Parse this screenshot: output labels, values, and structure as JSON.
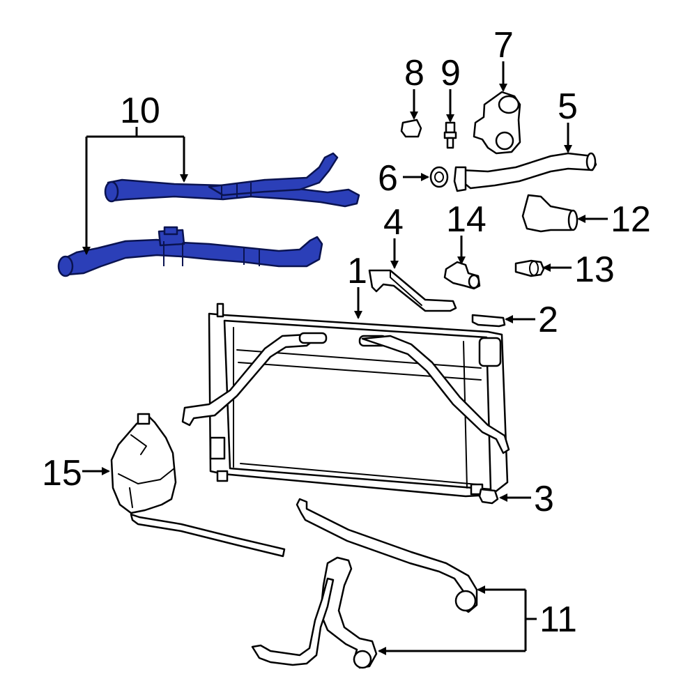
{
  "diagram": {
    "highlight_color": "#2b3fb8",
    "callouts": [
      {
        "id": "c1",
        "label": "1"
      },
      {
        "id": "c2",
        "label": "2"
      },
      {
        "id": "c3",
        "label": "3"
      },
      {
        "id": "c4",
        "label": "4"
      },
      {
        "id": "c5",
        "label": "5"
      },
      {
        "id": "c6",
        "label": "6"
      },
      {
        "id": "c7",
        "label": "7"
      },
      {
        "id": "c8",
        "label": "8"
      },
      {
        "id": "c9",
        "label": "9"
      },
      {
        "id": "c10",
        "label": "10"
      },
      {
        "id": "c11",
        "label": "11"
      },
      {
        "id": "c12",
        "label": "12"
      },
      {
        "id": "c13",
        "label": "13"
      },
      {
        "id": "c14",
        "label": "14"
      },
      {
        "id": "c15",
        "label": "15"
      }
    ]
  }
}
